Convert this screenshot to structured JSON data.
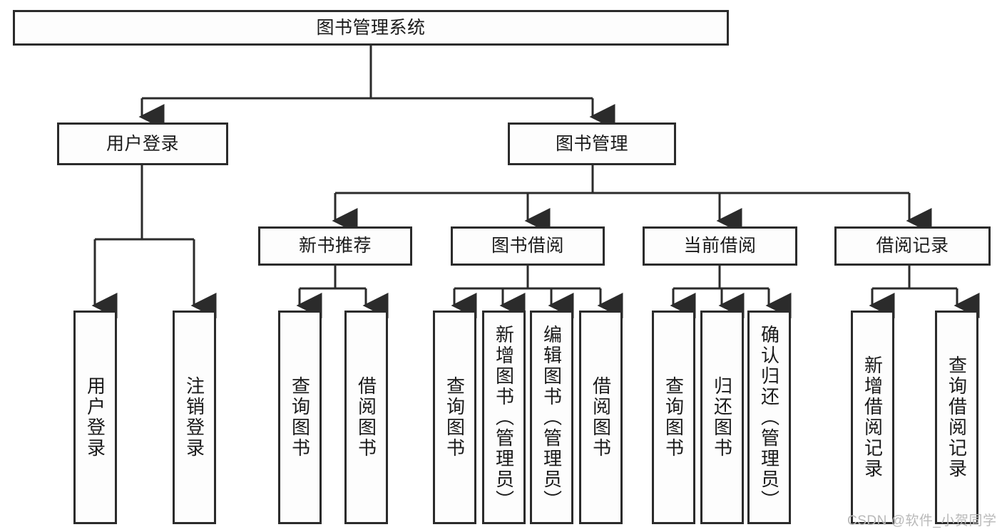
{
  "diagram": {
    "title": "图书管理系统",
    "type": "tree-hierarchy-functional-decomposition",
    "colors": {
      "border": "#2b2b2b",
      "node_fill": "#fdfdfd",
      "text": "#1a1a1a",
      "edge": "#2b2b2b",
      "watermark": "#b9b9b9",
      "background": "#ffffff"
    },
    "root": {
      "label": "图书管理系统"
    },
    "level2": [
      {
        "id": "user-login",
        "label": "用户登录"
      },
      {
        "id": "book-management",
        "label": "图书管理"
      }
    ],
    "level3": [
      {
        "id": "new-book-recommend",
        "label": "新书推荐",
        "parent": "book-management"
      },
      {
        "id": "book-borrow",
        "label": "图书借阅",
        "parent": "book-management"
      },
      {
        "id": "current-borrow",
        "label": "当前借阅",
        "parent": "book-management"
      },
      {
        "id": "borrow-record",
        "label": "借阅记录",
        "parent": "book-management"
      }
    ],
    "leaves": {
      "user_login": [
        {
          "id": "leaf-user-login",
          "label": "用户登录"
        },
        {
          "id": "leaf-user-logout",
          "label": "注销登录"
        }
      ],
      "new_book_recommend": [
        {
          "id": "leaf-query-book-1",
          "label": "查询图书"
        },
        {
          "id": "leaf-borrow-book-1",
          "label": "借阅图书"
        }
      ],
      "book_borrow": [
        {
          "id": "leaf-query-book-2",
          "label": "查询图书"
        },
        {
          "id": "leaf-add-book",
          "label": "新增图书（管理员）"
        },
        {
          "id": "leaf-edit-book",
          "label": "编辑图书（管理员）"
        },
        {
          "id": "leaf-borrow-book-2",
          "label": "借阅图书"
        }
      ],
      "current_borrow": [
        {
          "id": "leaf-query-book-3",
          "label": "查询图书"
        },
        {
          "id": "leaf-return-book",
          "label": "归还图书"
        },
        {
          "id": "leaf-confirm-return",
          "label": "确认归还（管理员）"
        }
      ],
      "borrow_record": [
        {
          "id": "leaf-add-record",
          "label": "新增借阅记录"
        },
        {
          "id": "leaf-query-record",
          "label": "查询借阅记录"
        }
      ]
    }
  },
  "watermark": {
    "text": "CSDN @软件_小贺同学"
  }
}
